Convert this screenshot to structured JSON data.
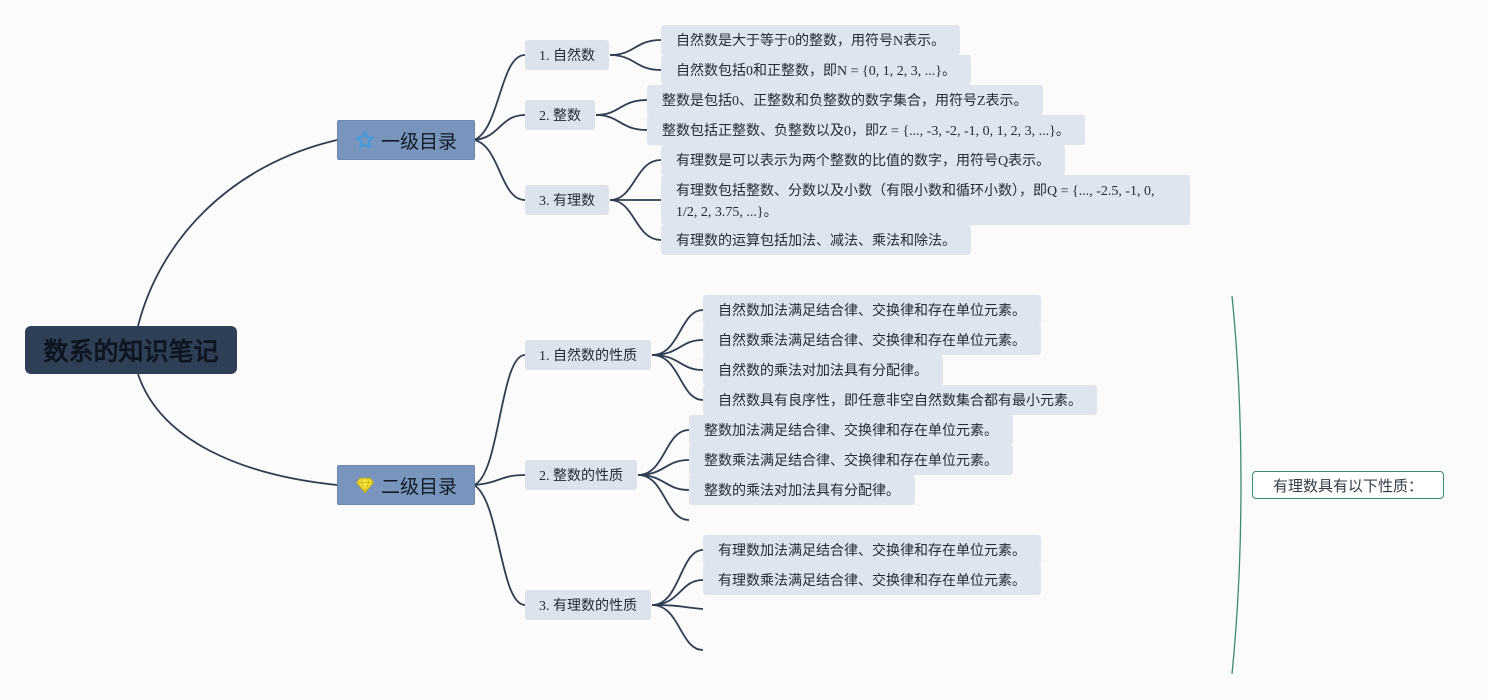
{
  "root": {
    "label": "数系的知识笔记"
  },
  "branches": [
    {
      "label": "一级目录",
      "icon": "star-icon",
      "icon_color": "#3a9de0",
      "children": [
        {
          "label": "1. 自然数",
          "leaves": [
            "自然数是大于等于0的整数，用符号N表示。",
            "自然数包括0和正整数，即N = {0, 1, 2, 3, ...}。"
          ]
        },
        {
          "label": "2. 整数",
          "leaves": [
            "整数是包括0、正整数和负整数的数字集合，用符号Z表示。",
            "整数包括正整数、负整数以及0，即Z = {..., -3, -2, -1, 0, 1, 2, 3, ...}。"
          ]
        },
        {
          "label": "3. 有理数",
          "leaves": [
            "有理数是可以表示为两个整数的比值的数字，用符号Q表示。",
            "有理数包括整数、分数以及小数（有限小数和循环小数），即Q = {..., -2.5, -1, 0, 1/2, 2, 3.75, ...}。",
            "有理数的运算包括加法、减法、乘法和除法。"
          ]
        }
      ]
    },
    {
      "label": "二级目录",
      "icon": "diamond-icon",
      "icon_color": "#e8d320",
      "children": [
        {
          "label": "1. 自然数的性质",
          "leaves": [
            "自然数加法满足结合律、交换律和存在单位元素。",
            "自然数乘法满足结合律、交换律和存在单位元素。",
            "自然数的乘法对加法具有分配律。",
            "自然数具有良序性，即任意非空自然数集合都有最小元素。"
          ]
        },
        {
          "label": "2. 整数的性质",
          "leaves": [
            "整数加法满足结合律、交换律和存在单位元素。",
            "整数乘法满足结合律、交换律和存在单位元素。",
            "整数的乘法对加法具有分配律。"
          ]
        },
        {
          "label": "3. 有理数的性质",
          "leaves": [
            "有理数加法满足结合律、交换律和存在单位元素。",
            "有理数乘法满足结合律、交换律和存在单位元素。"
          ]
        }
      ]
    }
  ],
  "side_note": {
    "label": "有理数具有以下性质："
  },
  "colors": {
    "line": "#2e3e52",
    "root_bg": "#2f3f55",
    "main_bg": "#7a95bd",
    "node_bg": "#dde3ec",
    "bracket": "#3d8a70"
  }
}
